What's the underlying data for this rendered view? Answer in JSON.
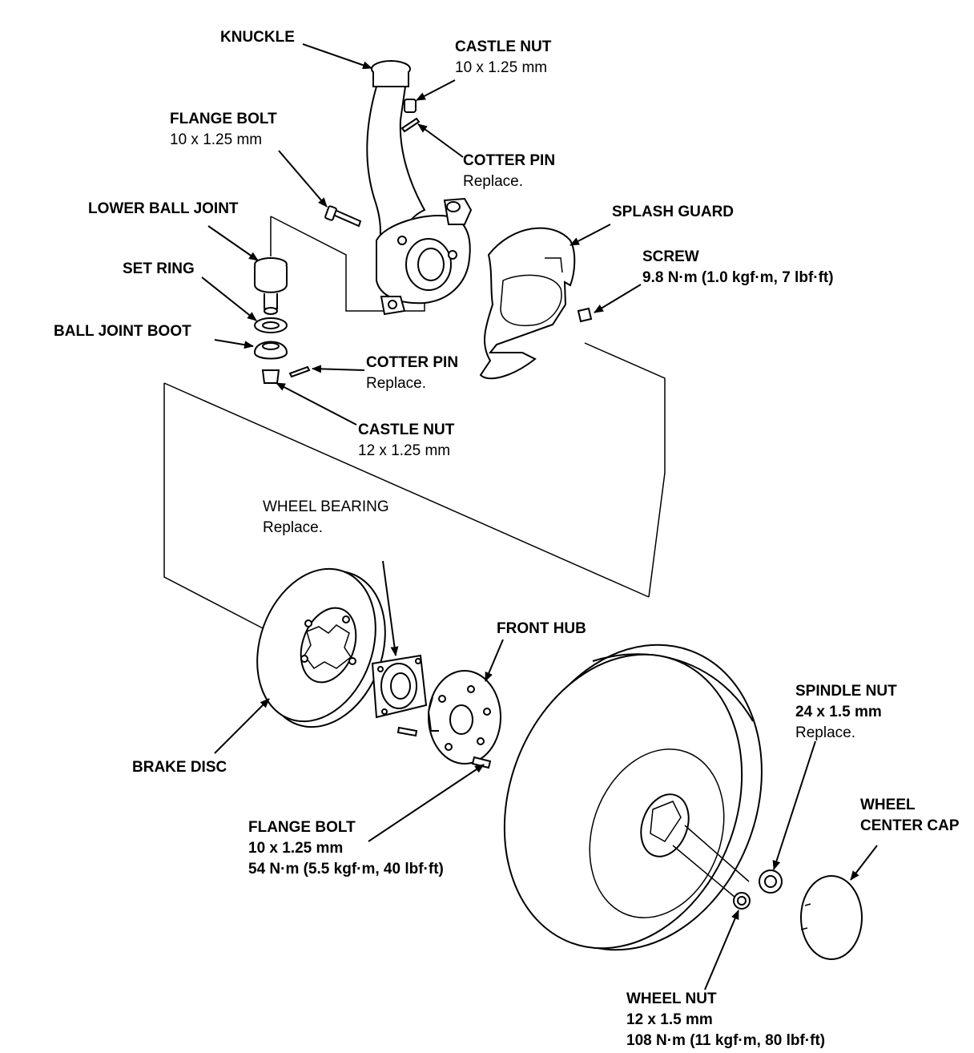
{
  "labels": {
    "knuckle": {
      "title": "KNUCKLE"
    },
    "castle_nut_top": {
      "title": "CASTLE NUT",
      "spec": "10 x 1.25 mm"
    },
    "flange_bolt_top": {
      "title": "FLANGE BOLT",
      "spec": "10 x 1.25 mm"
    },
    "cotter_pin_top": {
      "title": "COTTER PIN",
      "note": "Replace."
    },
    "lower_ball_joint": {
      "title": "LOWER BALL JOINT"
    },
    "splash_guard": {
      "title": "SPLASH GUARD"
    },
    "screw": {
      "title": "SCREW",
      "torque": "9.8 N·m (1.0 kgf·m, 7 lbf·ft)"
    },
    "set_ring": {
      "title": "SET RING"
    },
    "ball_joint_boot": {
      "title": "BALL JOINT BOOT"
    },
    "cotter_pin_mid": {
      "title": "COTTER PIN",
      "note": "Replace."
    },
    "castle_nut_mid": {
      "title": "CASTLE NUT",
      "spec": "12 x 1.25 mm"
    },
    "wheel_bearing": {
      "title": "WHEEL BEARING",
      "note": "Replace."
    },
    "front_hub": {
      "title": "FRONT HUB"
    },
    "spindle_nut": {
      "title": "SPINDLE NUT",
      "spec": "24 x 1.5 mm",
      "note": "Replace."
    },
    "brake_disc": {
      "title": "BRAKE DISC"
    },
    "wheel_center_cap": {
      "title_line1": "WHEEL",
      "title_line2": "CENTER CAP"
    },
    "flange_bolt_bottom": {
      "title": "FLANGE BOLT",
      "spec": "10 x 1.25 mm",
      "torque": "54 N·m (5.5 kgf·m, 40 lbf·ft)"
    },
    "wheel_nut": {
      "title": "WHEEL NUT",
      "spec": "12 x 1.5 mm",
      "torque": "108 N·m (11 kgf·m, 80 lbf·ft)"
    }
  }
}
